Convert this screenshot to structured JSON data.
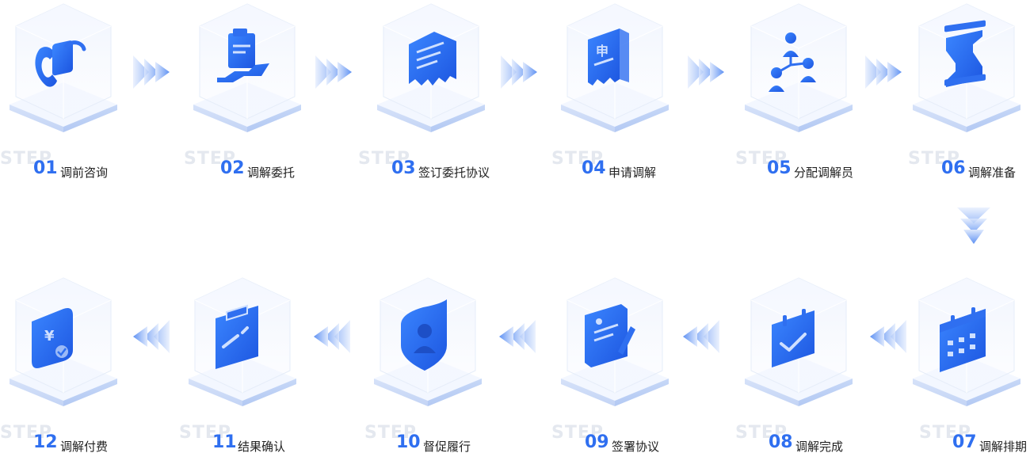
{
  "step_word": "STEP",
  "colors": {
    "primary": "#2f6ff0",
    "light": "#a9c3f8",
    "ghost": "#e4e8ef"
  },
  "steps": [
    {
      "num": "01",
      "title": "调前咨询",
      "icon": "phone-icon"
    },
    {
      "num": "02",
      "title": "调解委托",
      "icon": "hand-document-icon"
    },
    {
      "num": "03",
      "title": "签订委托协议",
      "icon": "receipt-icon"
    },
    {
      "num": "04",
      "title": "申请调解",
      "icon": "application-form-icon"
    },
    {
      "num": "05",
      "title": "分配调解员",
      "icon": "people-network-icon"
    },
    {
      "num": "06",
      "title": "调解准备",
      "icon": "hourglass-icon"
    },
    {
      "num": "07",
      "title": "调解排期",
      "icon": "calendar-icon"
    },
    {
      "num": "08",
      "title": "调解完成",
      "icon": "calendar-check-icon"
    },
    {
      "num": "09",
      "title": "签署协议",
      "icon": "sign-document-icon"
    },
    {
      "num": "10",
      "title": "督促履行",
      "icon": "shield-icon"
    },
    {
      "num": "11",
      "title": "结果确认",
      "icon": "clipboard-icon"
    },
    {
      "num": "12",
      "title": "调解付费",
      "icon": "payment-wallet-icon"
    }
  ]
}
